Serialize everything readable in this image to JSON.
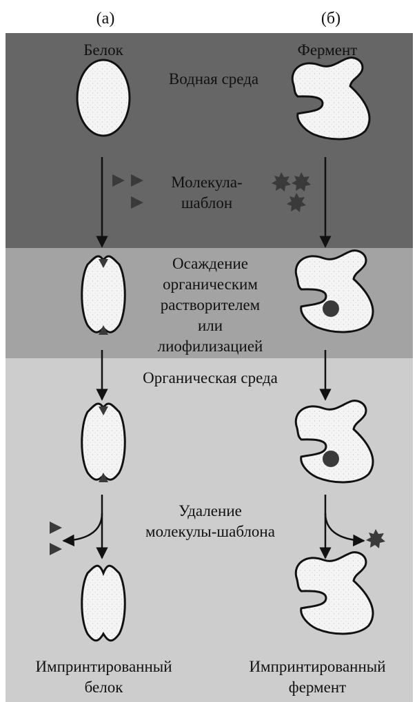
{
  "columns": {
    "a": "(а)",
    "b": "(б)"
  },
  "labels": {
    "protein": "Белок",
    "enzyme": "Фермент",
    "aqueous": "Водная среда",
    "template_1": "Молекула-",
    "template_2": "шаблон",
    "precip_1": "Осаждение",
    "precip_2": "органическим",
    "precip_3": "растворителем",
    "precip_4": "или",
    "precip_5": "лиофилизацией",
    "organic": "Органическая среда",
    "removal_1": "Удаление",
    "removal_2": "молекулы-шаблона",
    "result_a_1": "Импринтированный",
    "result_a_2": "белок",
    "result_b_1": "Импринтированный",
    "result_b_2": "фермент"
  },
  "colors": {
    "aqueous_band": "#666666",
    "precipitation_band": "#a3a3a3",
    "organic_band": "#cdcdcd",
    "molecule_fill": "#f2f2f2",
    "template": "#3a3a3a"
  }
}
